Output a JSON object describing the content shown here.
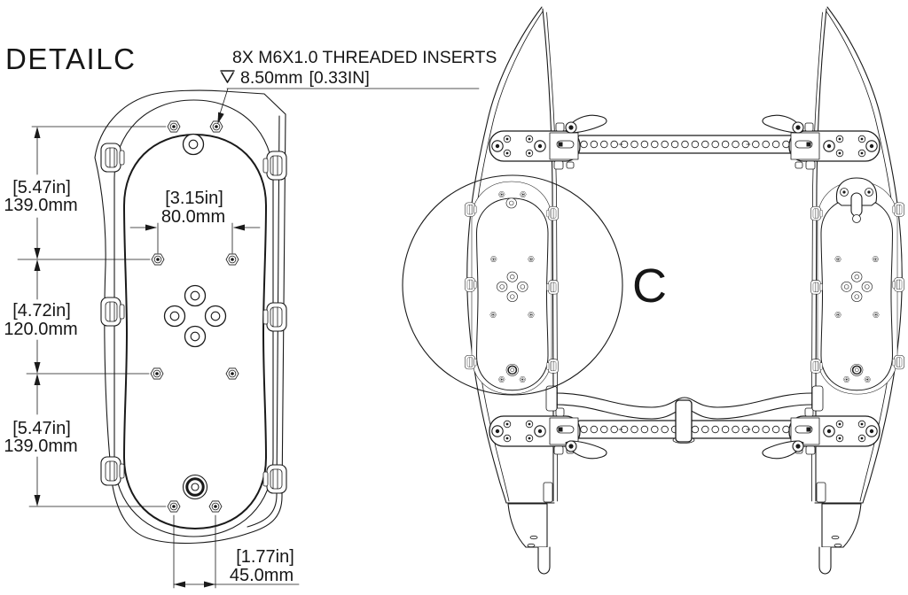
{
  "drawing": {
    "background_color": "#ffffff",
    "line_color": "#1a1a1a",
    "detail_view": {
      "title": "DETAILC",
      "callout": {
        "line1": "8X M6X1.0 THREADED INSERTS",
        "depth_icon": "depth-symbol",
        "depth_value_mm": "8.50mm",
        "depth_value_in": "[0.33IN]"
      },
      "dimensions": {
        "vertical_top": {
          "inches": "[5.47in]",
          "millimeters": "139.0mm"
        },
        "horizontal_upper": {
          "inches": "[3.15in]",
          "millimeters": "80.0mm"
        },
        "vertical_middle": {
          "inches": "[4.72in]",
          "millimeters": "120.0mm"
        },
        "vertical_lower": {
          "inches": "[5.47in]",
          "millimeters": "139.0mm"
        },
        "horizontal_bottom": {
          "inches": "[1.77in]",
          "millimeters": "45.0mm"
        }
      }
    },
    "assembly_view": {
      "detail_circle_label": "C"
    }
  }
}
